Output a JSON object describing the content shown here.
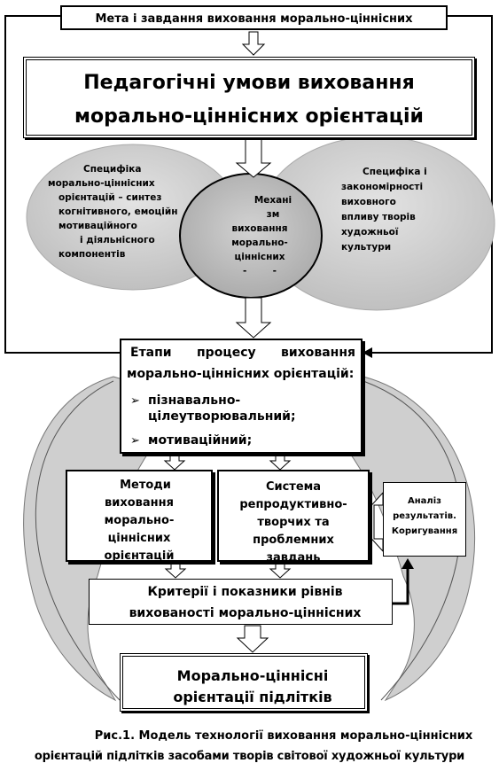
{
  "goal_box": {
    "text": "Мета і завдання виховання морально-ціннісних"
  },
  "conditions_box": {
    "line1": "Педагогічні умови виховання",
    "line2": "морально-ціннісних орієнтацій"
  },
  "left_ellipse": {
    "lines": [
      "Специфіка",
      "морально-ціннісних",
      "орієнтацій – синтез",
      "когнітивного, емоційн",
      "мотиваційного",
      "і діяльнісного",
      "компонентів"
    ]
  },
  "center_circle": {
    "lines": [
      "Механі",
      "зм",
      "виховання",
      "морально-",
      "ціннісних",
      "-        -"
    ]
  },
  "right_ellipse": {
    "lines": [
      "Специфіка і",
      "закономірності",
      "виховного",
      "впливу творів",
      "художньої",
      "культури"
    ]
  },
  "stages_box": {
    "line1": "Етапи процесу виховання",
    "line2": "морально-ціннісних орієнтацій:",
    "bullet_glyph": "➢",
    "items": [
      "пізнавально-\nцілеутворювальний;",
      "мотиваційний;"
    ]
  },
  "methods_box": {
    "lines": [
      "Методи",
      "виховання",
      "морально-",
      "ціннісних",
      "орієнтацій"
    ]
  },
  "system_box": {
    "lines": [
      "Система",
      "репродуктивно-",
      "творчих та",
      "проблемних",
      "завдань"
    ]
  },
  "analysis_box": {
    "lines": [
      "Аналіз",
      "результатів.",
      "Коригування"
    ]
  },
  "criteria_box": {
    "line1": "Критерії і показники рівнів",
    "line2": "вихованості морально-ціннісних"
  },
  "result_box": {
    "line1": "Морально-ціннісні",
    "line2": "орієнтації підлітків"
  },
  "caption": {
    "line1": "Рис.1. Модель технології виховання морально-ціннісних",
    "line2": "орієнтацій підлітків засобами творів світової художньої культури"
  }
}
